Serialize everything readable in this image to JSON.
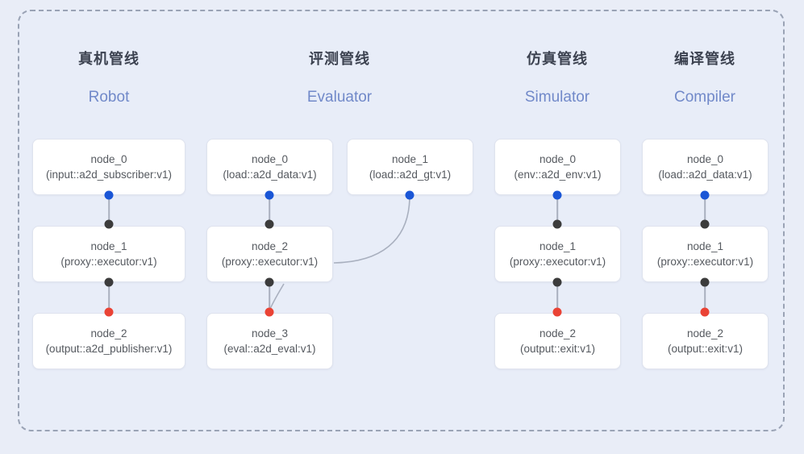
{
  "diagram": {
    "background_color": "#e9edf7",
    "frame_border_color": "#9aa3b5",
    "accent_blue": "#7189c9",
    "dot_output_color": "#1a56d6",
    "dot_input_color": "#3c3c3c",
    "dot_terminal_color": "#ea4335",
    "columns": [
      {
        "title": "真机管线",
        "subtitle": "Robot",
        "nodes": [
          {
            "name": "node_0",
            "spec": "(input::a2d_subscriber:v1)"
          },
          {
            "name": "node_1",
            "spec": "(proxy::executor:v1)"
          },
          {
            "name": "node_2",
            "spec": "(output::a2d_publisher:v1)"
          }
        ]
      },
      {
        "title": "评测管线",
        "subtitle": "Evaluator",
        "nodes": [
          {
            "name": "node_0",
            "spec": "(load::a2d_data:v1)"
          },
          {
            "name": "node_1",
            "spec": "(load::a2d_gt:v1)"
          },
          {
            "name": "node_2",
            "spec": "(proxy::executor:v1)"
          },
          {
            "name": "node_3",
            "spec": "(eval::a2d_eval:v1)"
          }
        ]
      },
      {
        "title": "仿真管线",
        "subtitle": "Simulator",
        "nodes": [
          {
            "name": "node_0",
            "spec": "(env::a2d_env:v1)"
          },
          {
            "name": "node_1",
            "spec": "(proxy::executor:v1)"
          },
          {
            "name": "node_2",
            "spec": "(output::exit:v1)"
          }
        ]
      },
      {
        "title": "编译管线",
        "subtitle": "Compiler",
        "nodes": [
          {
            "name": "node_0",
            "spec": "(load::a2d_data:v1)"
          },
          {
            "name": "node_1",
            "spec": "(proxy::executor:v1)"
          },
          {
            "name": "node_2",
            "spec": "(output::exit:v1)"
          }
        ]
      }
    ]
  }
}
